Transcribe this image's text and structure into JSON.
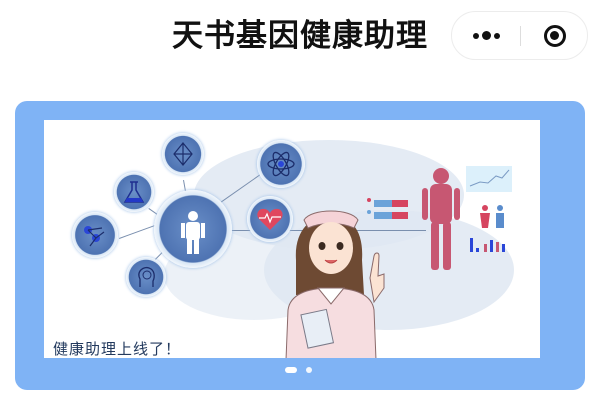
{
  "navbar": {
    "title": "天书基因健康助理",
    "capsule": {
      "more_icon": "more-dots-icon",
      "close_icon": "target-circle-icon"
    }
  },
  "banner": {
    "frame_color": "#7fb3f5",
    "caption": "健康助理上线了！",
    "illustration": {
      "hub_icon": "person-icon",
      "satellite_icons": [
        "molecule-network-icon",
        "flask-icon",
        "molecule-icon",
        "atom-icon",
        "heart-pulse-icon",
        "brain-head-icon"
      ],
      "figure": "nurse-character",
      "infographic": [
        "body-anatomy-icon",
        "gender-bar-chart",
        "line-chart-icon",
        "male-female-icon",
        "bar-chart-icon"
      ]
    },
    "carousel": {
      "total": 2,
      "active_index": 0
    }
  }
}
